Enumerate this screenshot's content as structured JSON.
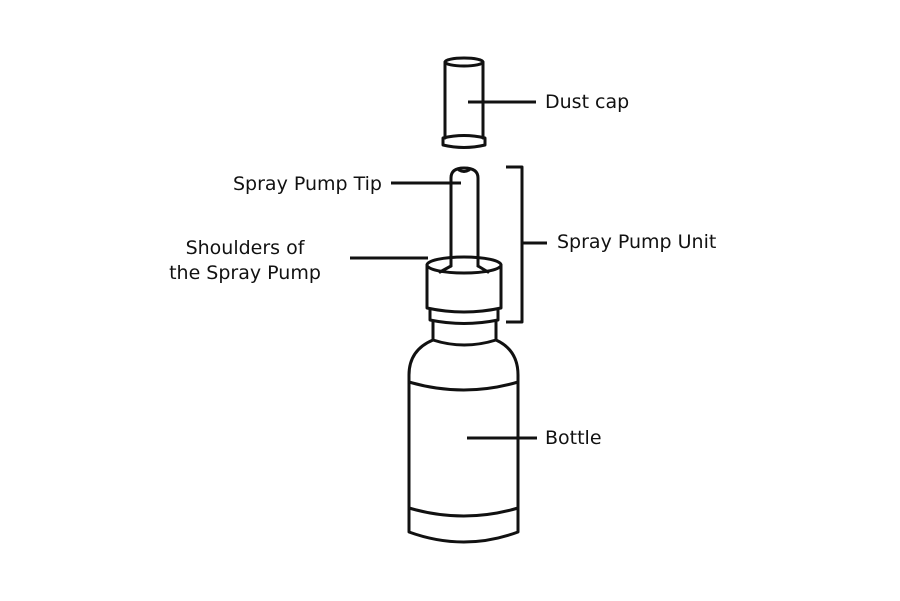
{
  "labels": {
    "dust_cap": "Dust cap",
    "spray_pump_tip": "Spray Pump Tip",
    "shoulders_line1": "Shoulders of",
    "shoulders_line2": "the Spray Pump",
    "spray_pump_unit": "Spray Pump Unit",
    "bottle": "Bottle"
  },
  "colors": {
    "stroke": "#111111",
    "background": "#ffffff"
  }
}
